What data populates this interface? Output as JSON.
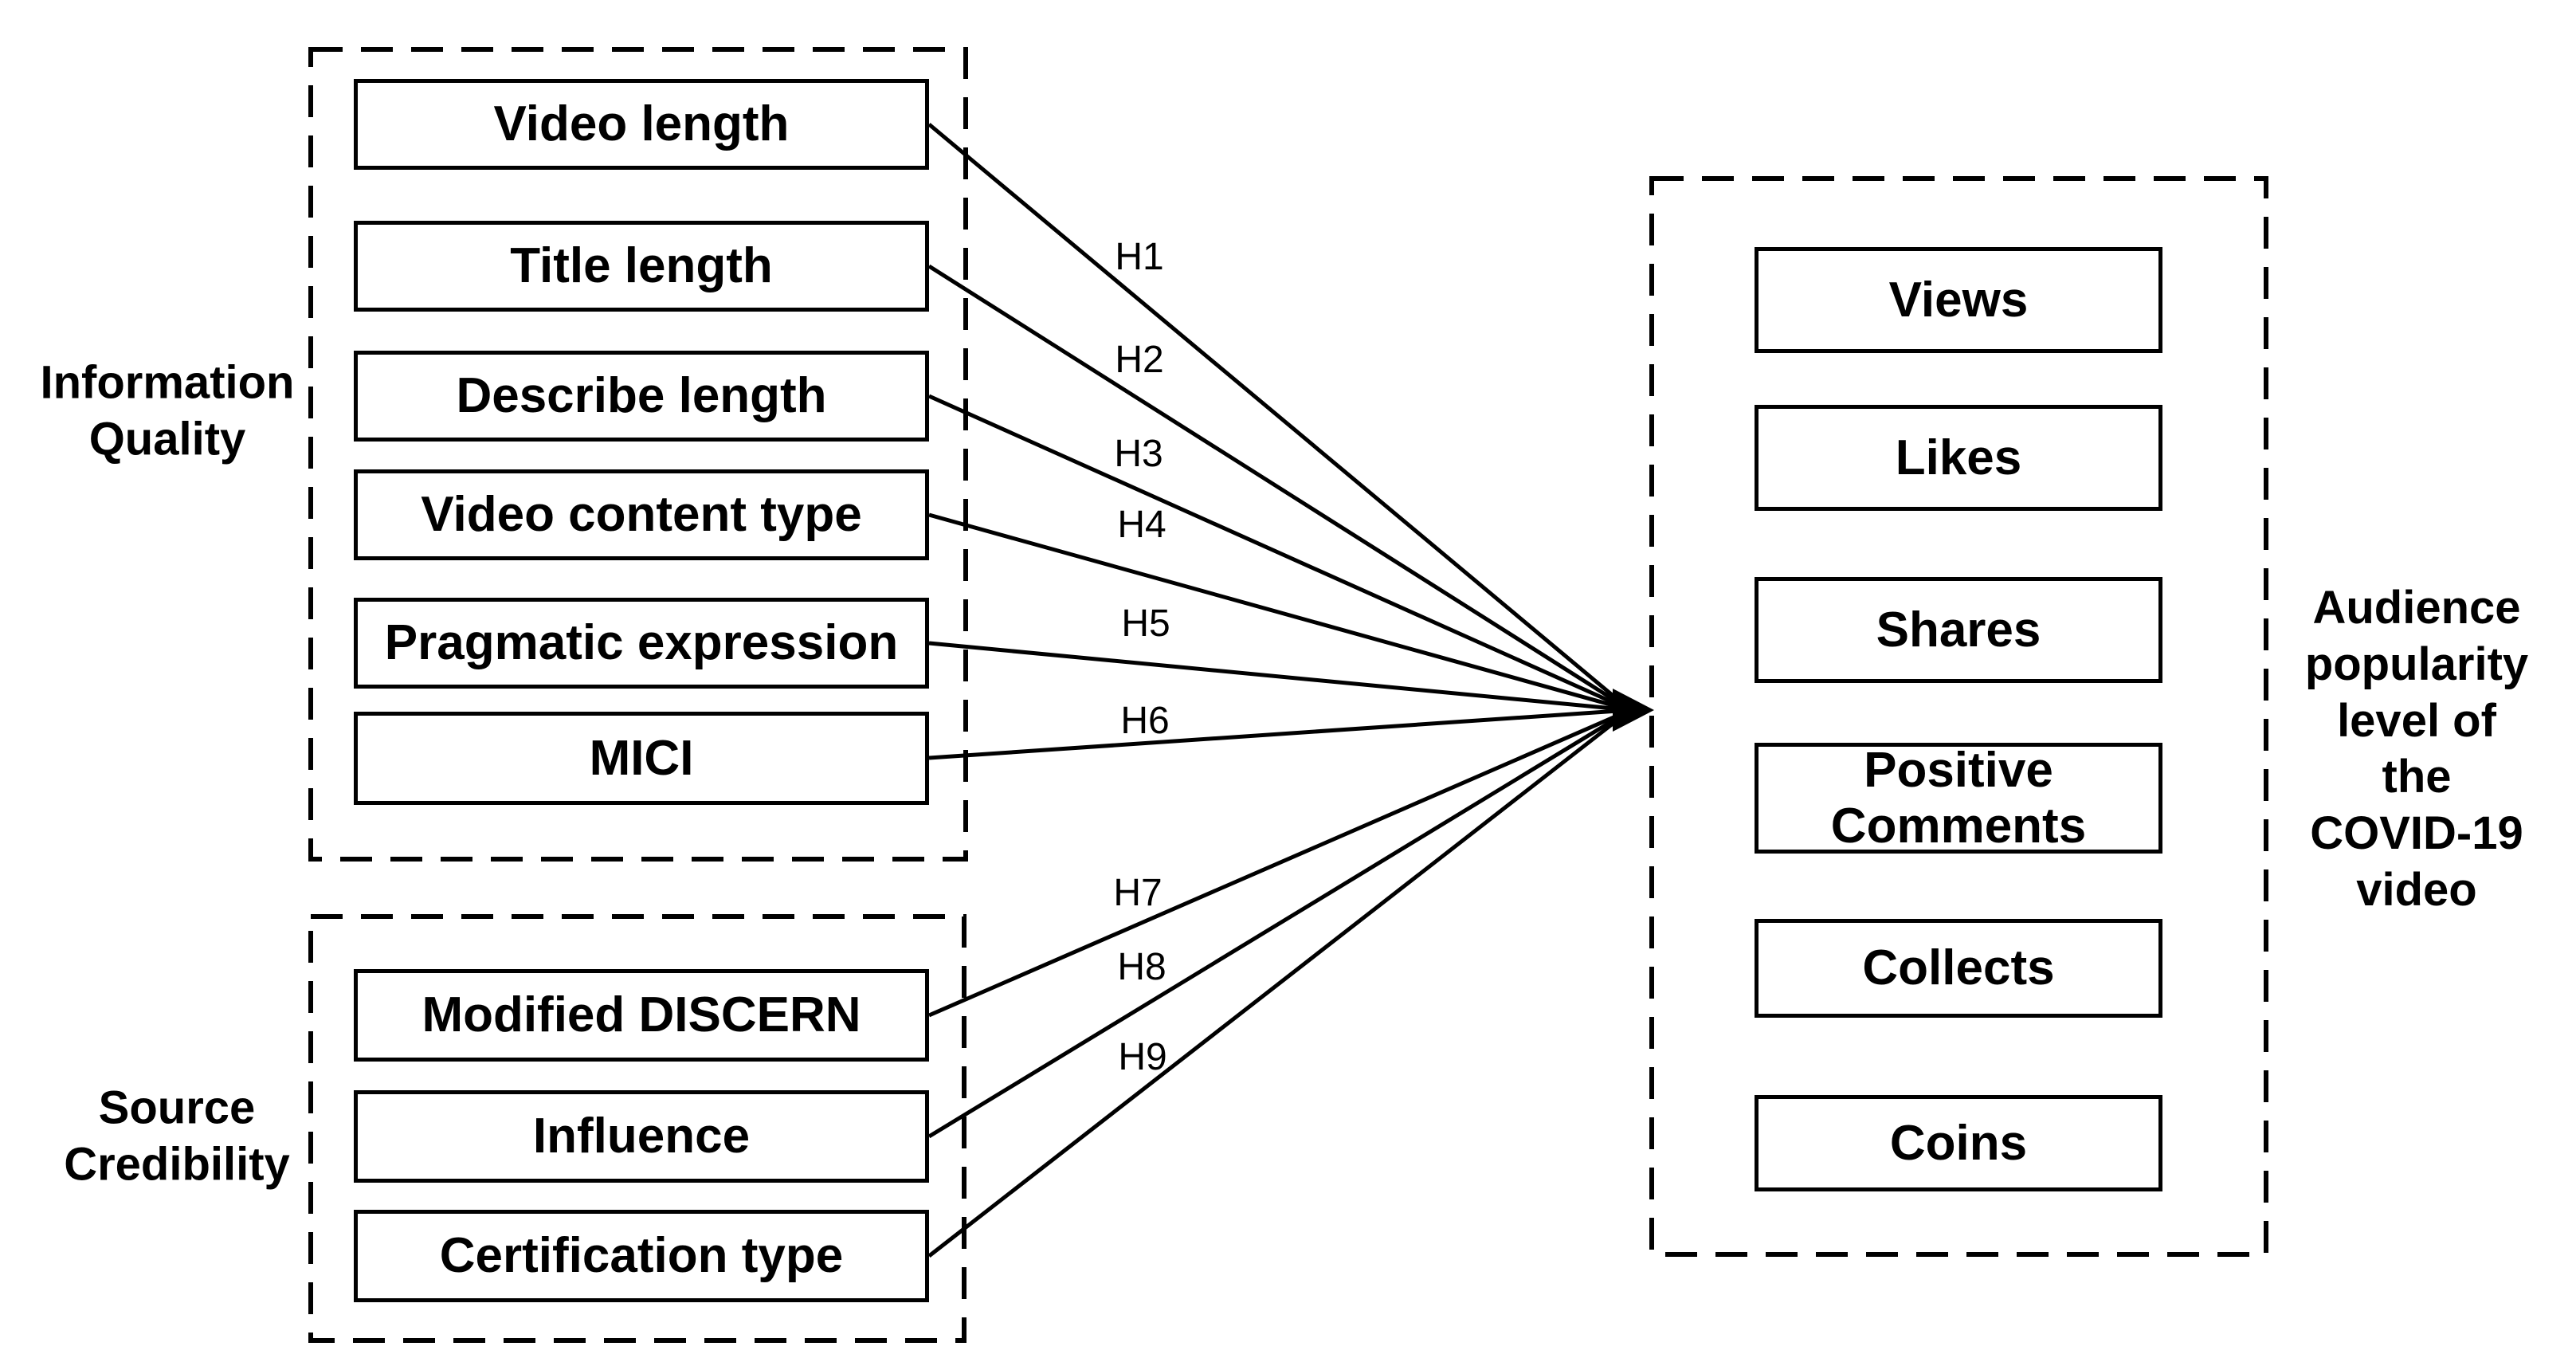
{
  "figure": {
    "background": "#ffffff",
    "ink": "#000000",
    "groups": {
      "information_quality": {
        "label": [
          "Information",
          "Quality"
        ],
        "items": [
          "Video length",
          "Title length",
          "Describe length",
          "Video content type",
          "Pragmatic expression",
          "MICI"
        ]
      },
      "source_credibility": {
        "label": [
          "Source",
          "Credibility"
        ],
        "items": [
          "Modified DISCERN",
          "Influence",
          "Certification type"
        ]
      },
      "outcome": {
        "label": [
          "Audience",
          "popularity",
          "level of the",
          "COVID-19",
          "video"
        ],
        "items": [
          "Views",
          "Likes",
          "Shares",
          [
            "Positive",
            "Comments"
          ],
          "Collects",
          "Coins"
        ]
      }
    },
    "hypotheses": [
      "H1",
      "H2",
      "H3",
      "H4",
      "H5",
      "H6",
      "H7",
      "H8",
      "H9"
    ]
  }
}
